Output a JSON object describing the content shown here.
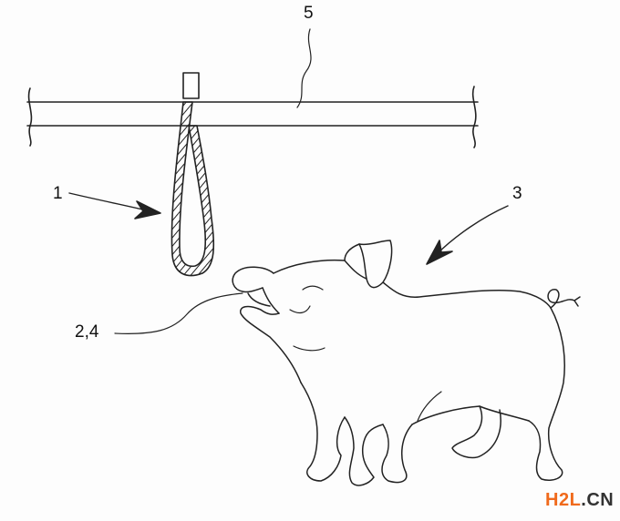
{
  "labels": {
    "rail": "5",
    "rope": "1",
    "pig": "3",
    "mouth": "2,4"
  },
  "watermark": {
    "brand": "H2L",
    "suffix": ".CN",
    "brand_color": "#f06a1c",
    "suffix_color": "#333333"
  }
}
